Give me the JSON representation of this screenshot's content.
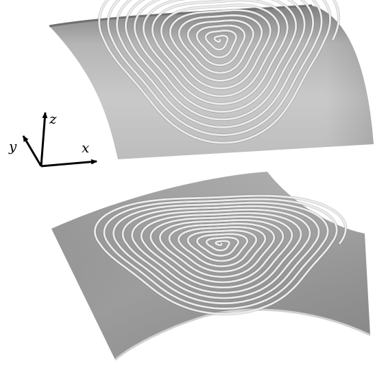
{
  "axes": {
    "x_label": "x",
    "y_label": "y",
    "z_label": "z"
  },
  "colors": {
    "background": "#ffffff",
    "surface_light": "#d9d9d9",
    "surface_mid": "#a6a6a6",
    "surface_dark": "#7a7a7a",
    "spiral_stroke": "#ececec",
    "axis_color": "#000000"
  },
  "panels": [
    {
      "name": "top-curved-sheet",
      "curvature": "cylindrical-convex",
      "spiral_turns": 14
    },
    {
      "name": "bottom-curved-sheet",
      "curvature": "saddle",
      "spiral_turns": 14
    }
  ]
}
